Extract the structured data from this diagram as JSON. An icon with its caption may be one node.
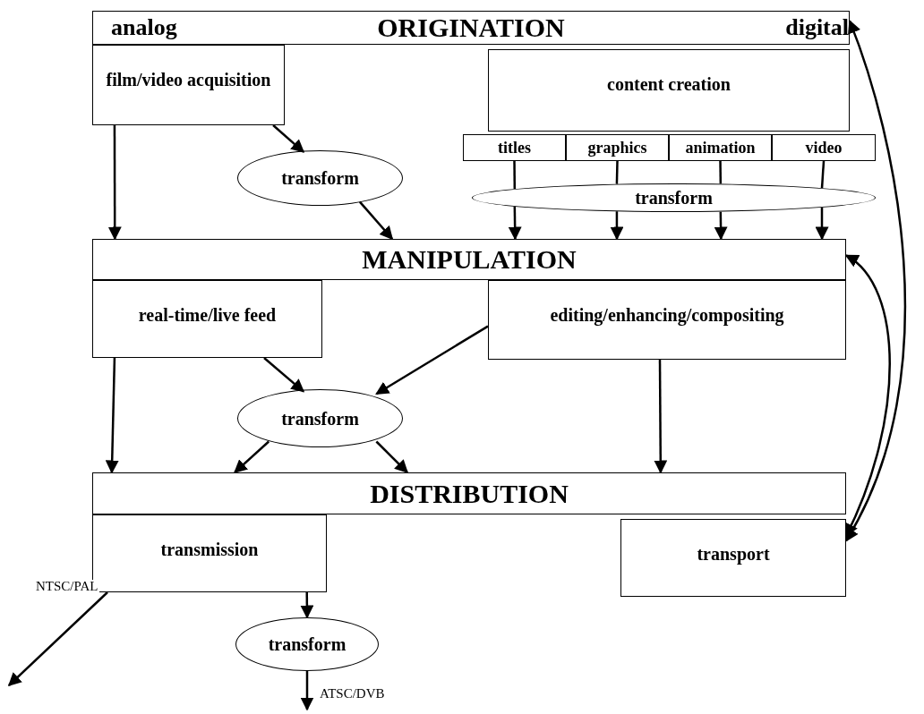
{
  "diagram": {
    "nodes": [
      {
        "text": [
          "analog",
          "ORIGINATION",
          "digital"
        ]
      },
      {
        "text": [
          "film/video acquisition"
        ]
      },
      {
        "text": [
          "content creation"
        ]
      },
      {
        "text": [
          "titles"
        ]
      },
      {
        "text": [
          "graphics"
        ]
      },
      {
        "text": [
          "animation"
        ]
      },
      {
        "text": [
          "video"
        ]
      },
      {
        "text": [
          "transform"
        ]
      },
      {
        "text": [
          "transform"
        ]
      },
      {
        "text": [
          "MANIPULATION"
        ]
      },
      {
        "text": [
          "real-time/live feed"
        ]
      },
      {
        "text": [
          "editing/enhancing/compositing"
        ]
      },
      {
        "text": [
          "transform"
        ]
      },
      {
        "text": [
          "DISTRIBUTION"
        ]
      },
      {
        "text": [
          "transmission"
        ]
      },
      {
        "text": [
          "transport"
        ]
      },
      {
        "text": [
          "transform"
        ]
      }
    ],
    "edges": [
      {
        "from": 1,
        "to": 9,
        "arrow": "to"
      },
      {
        "from": 1,
        "to": 7,
        "arrow": "to"
      },
      {
        "from": 7,
        "to": 9,
        "arrow": "to"
      },
      {
        "from": 3,
        "to": 8,
        "arrow": "none"
      },
      {
        "from": 4,
        "to": 8,
        "arrow": "none"
      },
      {
        "from": 5,
        "to": 8,
        "arrow": "none"
      },
      {
        "from": 6,
        "to": 8,
        "arrow": "none"
      },
      {
        "from": 10,
        "to": 13,
        "arrow": "to"
      },
      {
        "from": 10,
        "to": 12,
        "arrow": "to"
      },
      {
        "from": 11,
        "to": 12,
        "arrow": "to"
      },
      {
        "from": 11,
        "to": 13,
        "arrow": "to"
      },
      {
        "from": 12,
        "to": 13,
        "arrow": "to"
      },
      {
        "from": 12,
        "to": 13,
        "arrow": "to"
      },
      {
        "from": 14,
        "to": 16,
        "arrow": "to"
      },
      {
        "from": 14,
        "to": null,
        "arrow": "to",
        "label": "NTSC/PAL"
      },
      {
        "from": 16,
        "to": null,
        "arrow": "to",
        "label": "ATSC/DVB"
      },
      {
        "from": 0,
        "to": 15,
        "arrow": "both"
      },
      {
        "from": 9,
        "to": 15,
        "arrow": "both"
      },
      {
        "from": 8,
        "to": 9,
        "arrow": "to"
      },
      {
        "from": 8,
        "to": 9,
        "arrow": "to"
      },
      {
        "from": 8,
        "to": 9,
        "arrow": "to"
      },
      {
        "from": 8,
        "to": 9,
        "arrow": "to"
      }
    ]
  }
}
